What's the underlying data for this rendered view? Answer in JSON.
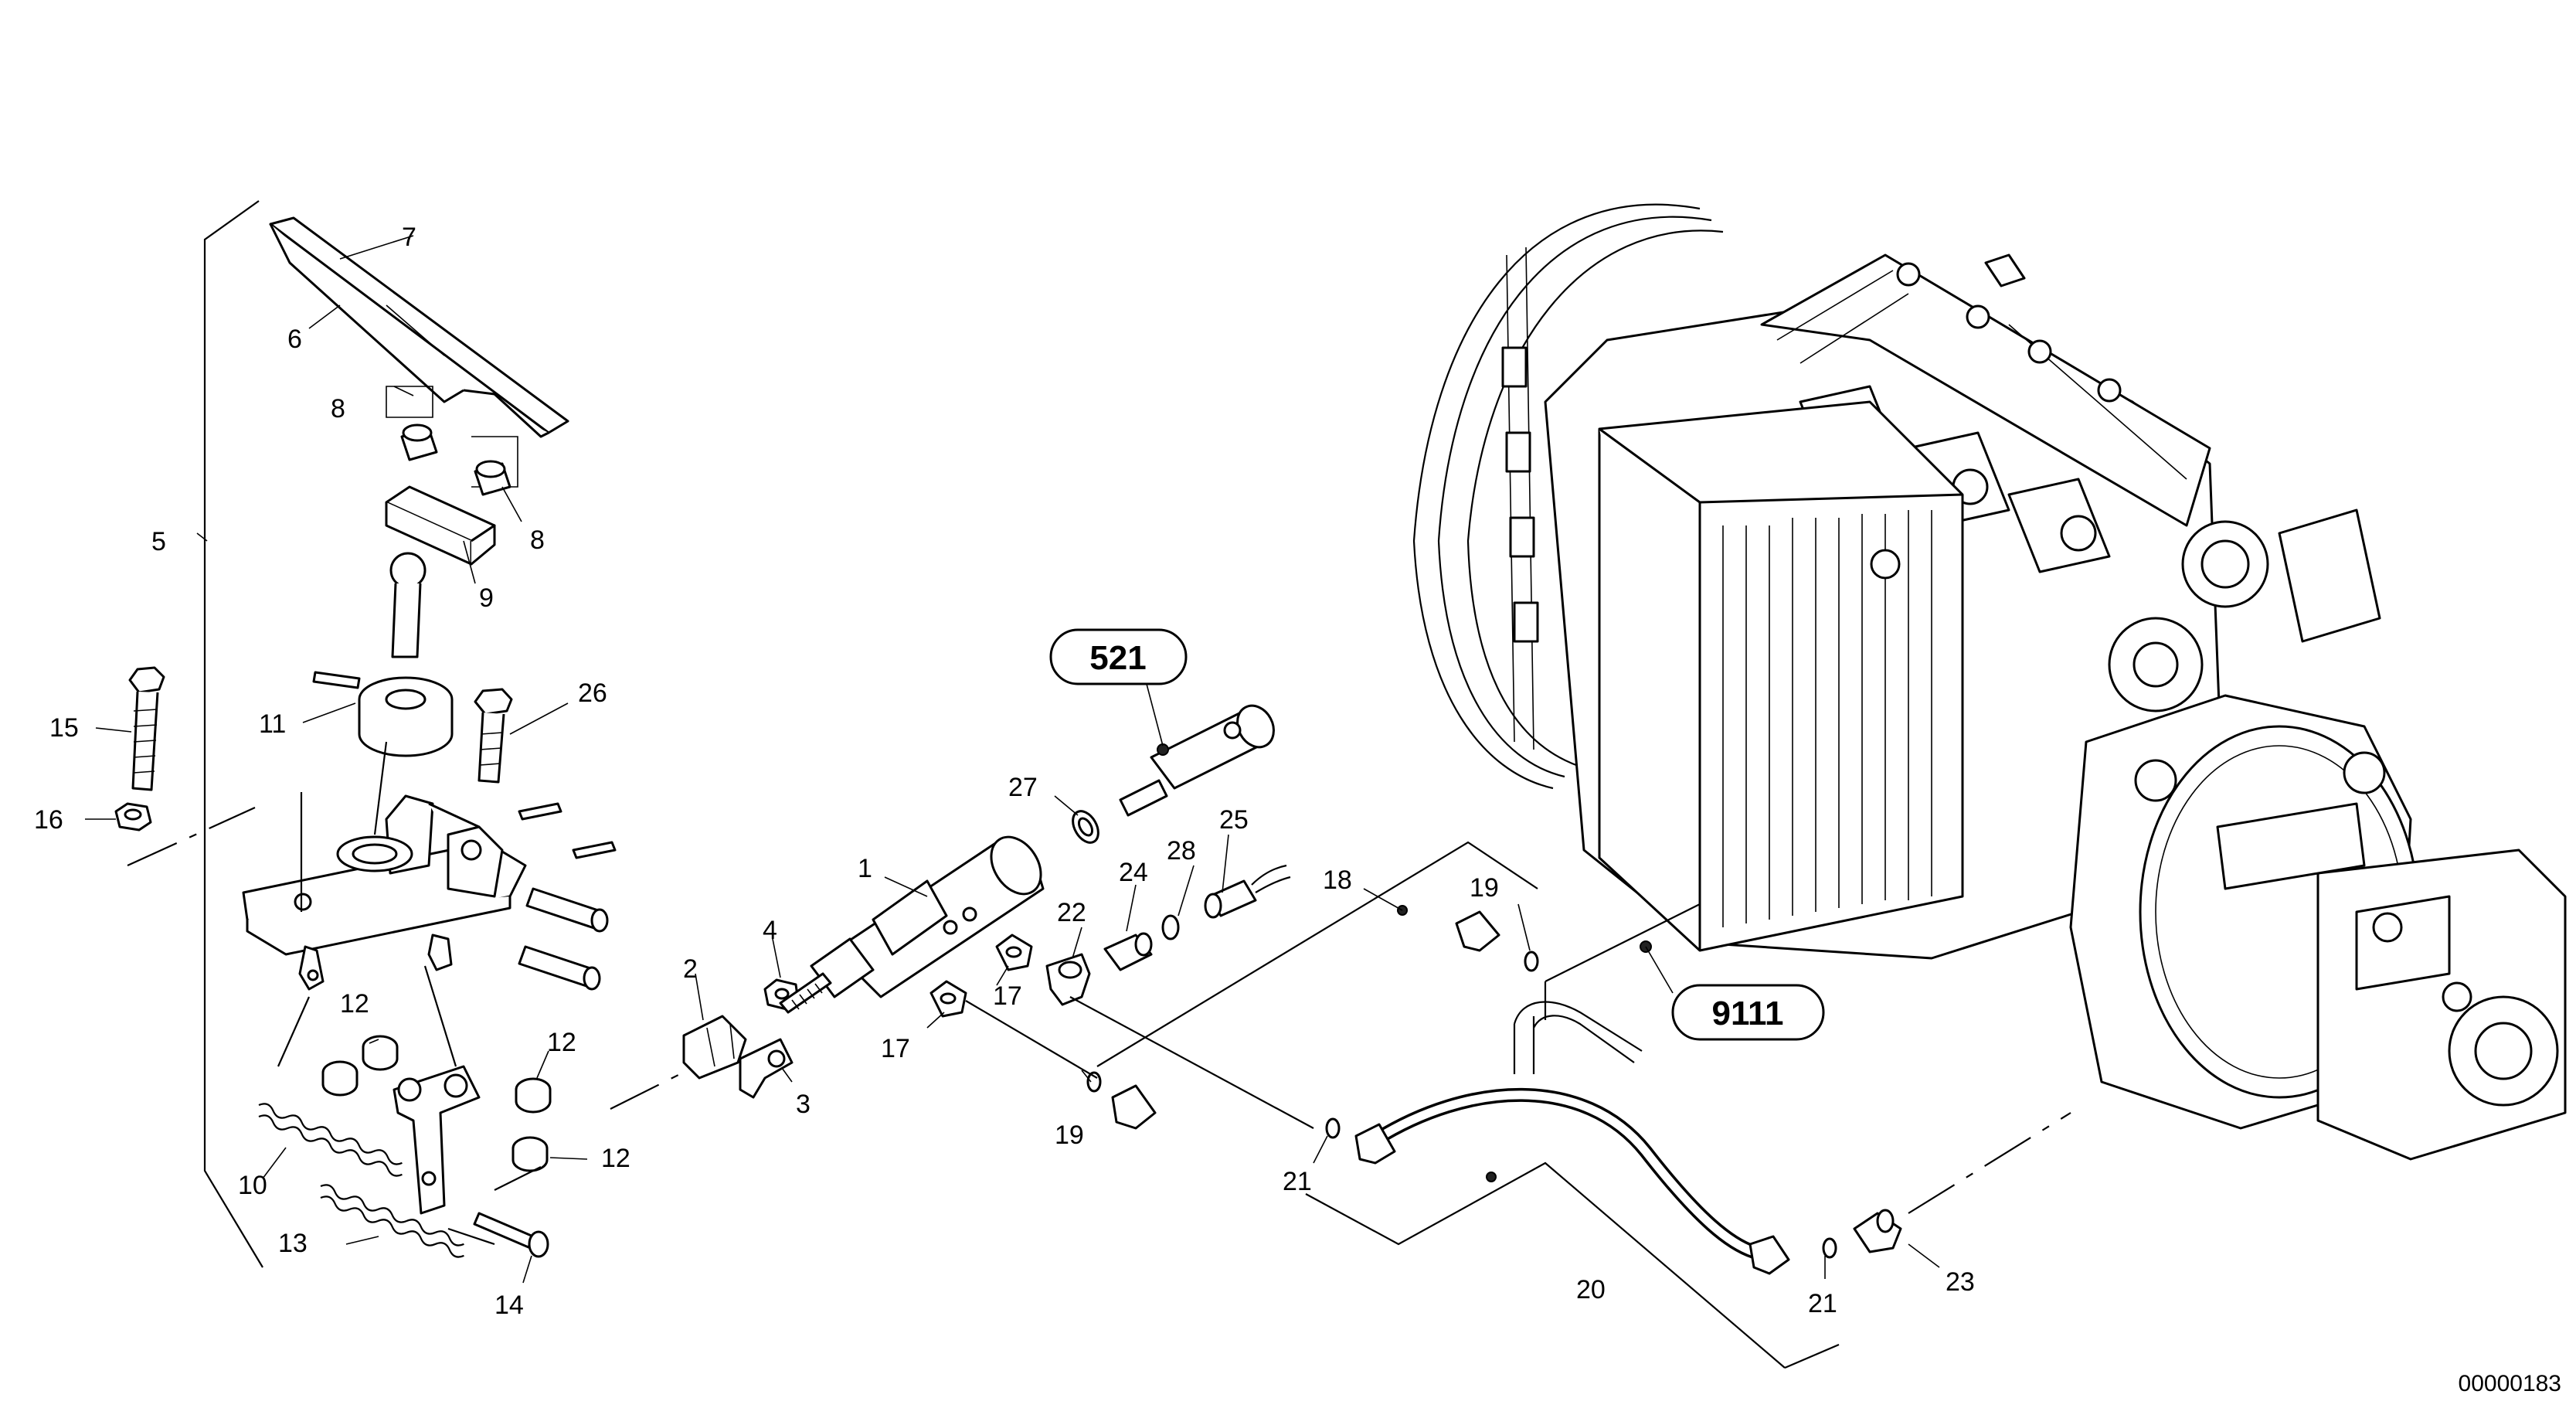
{
  "callouts": {
    "n1": "1",
    "n2": "2",
    "n3": "3",
    "n4": "4",
    "n5": "5",
    "n6": "6",
    "n7": "7",
    "n8a": "8",
    "n8b": "8",
    "n9": "9",
    "n10": "10",
    "n11": "11",
    "n12a": "12",
    "n12b": "12",
    "n12c": "12",
    "n13": "13",
    "n14": "14",
    "n15": "15",
    "n16": "16",
    "n17a": "17",
    "n17b": "17",
    "n18": "18",
    "n19a": "19",
    "n19b": "19",
    "n20": "20",
    "n21a": "21",
    "n21b": "21",
    "n22": "22",
    "n23": "23",
    "n24": "24",
    "n25": "25",
    "n26": "26",
    "n27": "27",
    "n28": "28"
  },
  "refs": {
    "r521": "521",
    "r9111": "9111"
  },
  "drawing_code": "00000183"
}
